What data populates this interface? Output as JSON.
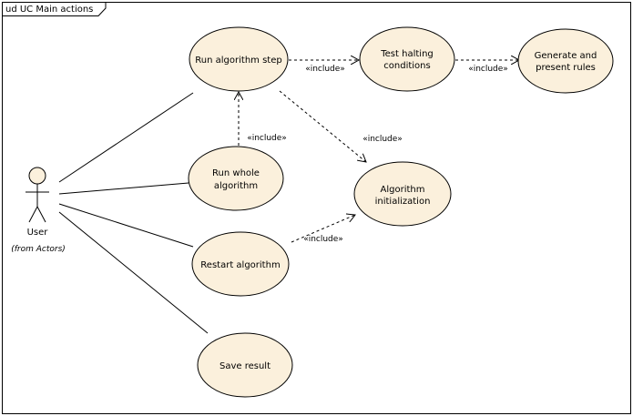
{
  "frame": {
    "title": "ud UC Main actions"
  },
  "actor": {
    "name": "User",
    "origin": "(from Actors)"
  },
  "use_cases": {
    "run_step": {
      "lines": [
        "Run algorithm step"
      ]
    },
    "test_halting": {
      "lines": [
        "Test halting",
        "conditions"
      ]
    },
    "generate_rules": {
      "lines": [
        "Generate and",
        "present rules"
      ]
    },
    "run_whole": {
      "lines": [
        "Run whole",
        "algorithm"
      ]
    },
    "alg_init": {
      "lines": [
        "Algorithm",
        "initialization"
      ]
    },
    "restart": {
      "lines": [
        "Restart algorithm"
      ]
    },
    "save": {
      "lines": [
        "Save result"
      ]
    }
  },
  "relations": {
    "include_label": "«include»"
  },
  "colors": {
    "usecase_fill": "#fbf0dc",
    "line": "#000000"
  }
}
